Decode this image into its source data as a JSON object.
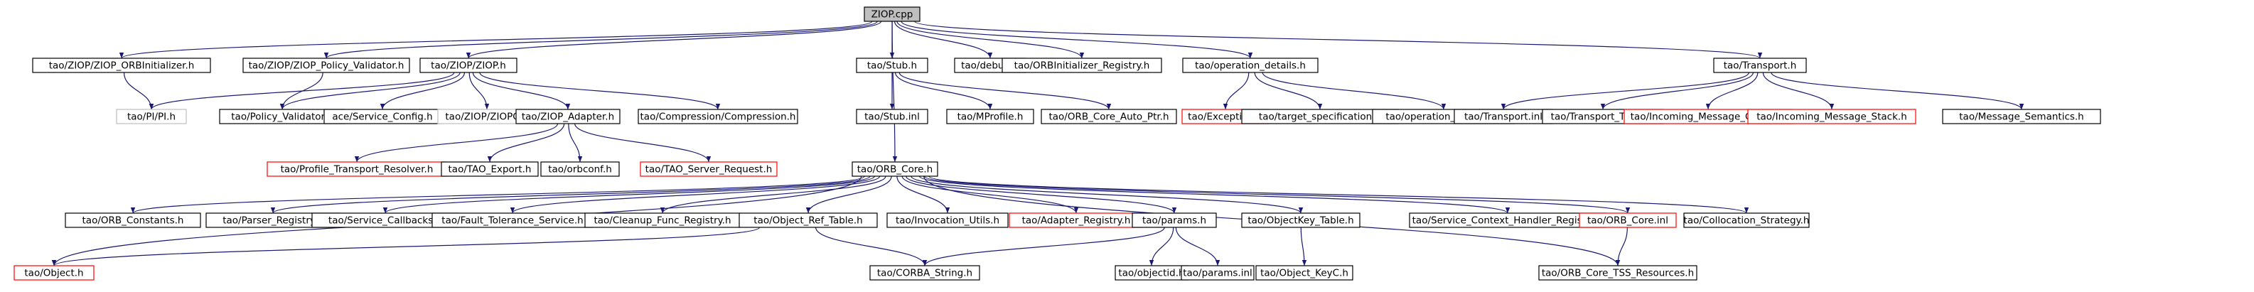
{
  "diagram": {
    "type": "include-dependency-graph",
    "colors": {
      "root_fill": "#bfbfbf",
      "node_fill": "#ffffff",
      "normal_border": "#000000",
      "undocumented_border": "#bfbfbf",
      "truncated_border": "#ff0000",
      "edge": "#191970",
      "text_normal": "#000000"
    },
    "nodes": [
      {
        "id": "root",
        "label": "ZIOP.cpp",
        "kind": "root"
      },
      {
        "id": "orbinit",
        "label": "tao/ZIOP/ZIOP_ORBInitializer.h",
        "kind": "normal"
      },
      {
        "id": "polval_ziop",
        "label": "tao/ZIOP/ZIOP_Policy_Validator.h",
        "kind": "normal"
      },
      {
        "id": "ziop_h",
        "label": "tao/ZIOP/ZIOP.h",
        "kind": "normal"
      },
      {
        "id": "stub",
        "label": "tao/Stub.h",
        "kind": "normal"
      },
      {
        "id": "debug",
        "label": "tao/debug.h",
        "kind": "normal"
      },
      {
        "id": "orbinit_reg",
        "label": "tao/ORBInitializer_Registry.h",
        "kind": "normal"
      },
      {
        "id": "opdetails",
        "label": "tao/operation_details.h",
        "kind": "normal"
      },
      {
        "id": "transport",
        "label": "tao/Transport.h",
        "kind": "normal"
      },
      {
        "id": "pi",
        "label": "tao/PI/PI.h",
        "kind": "undocumented"
      },
      {
        "id": "polval",
        "label": "tao/Policy_Validator.h",
        "kind": "normal"
      },
      {
        "id": "svcconfig",
        "label": "ace/Service_Config.h",
        "kind": "normal"
      },
      {
        "id": "ziopc",
        "label": "tao/ZIOP/ZIOPC.h",
        "kind": "undocumented"
      },
      {
        "id": "ziop_adapter",
        "label": "tao/ZIOP_Adapter.h",
        "kind": "normal"
      },
      {
        "id": "compression",
        "label": "tao/Compression/Compression.h",
        "kind": "normal"
      },
      {
        "id": "stub_inl",
        "label": "tao/Stub.inl",
        "kind": "normal"
      },
      {
        "id": "mprofile",
        "label": "tao/MProfile.h",
        "kind": "normal"
      },
      {
        "id": "orb_auto",
        "label": "tao/ORB_Core_Auto_Ptr.h",
        "kind": "normal"
      },
      {
        "id": "exception",
        "label": "tao/Exception.h",
        "kind": "truncated"
      },
      {
        "id": "target_spec",
        "label": "tao/target_specification.h",
        "kind": "normal"
      },
      {
        "id": "opdet_inl",
        "label": "tao/operation_details.inl",
        "kind": "normal"
      },
      {
        "id": "transport_inl",
        "label": "tao/Transport.inl",
        "kind": "normal"
      },
      {
        "id": "transport_timer",
        "label": "tao/Transport_Timer.h",
        "kind": "normal"
      },
      {
        "id": "incoming_queue",
        "label": "tao/Incoming_Message_Queue.h",
        "kind": "truncated"
      },
      {
        "id": "incoming_stack",
        "label": "tao/Incoming_Message_Stack.h",
        "kind": "truncated"
      },
      {
        "id": "msg_sem",
        "label": "tao/Message_Semantics.h",
        "kind": "normal"
      },
      {
        "id": "profile_resolver",
        "label": "tao/Profile_Transport_Resolver.h",
        "kind": "truncated"
      },
      {
        "id": "tao_export",
        "label": "tao/TAO_Export.h",
        "kind": "normal"
      },
      {
        "id": "orbconf",
        "label": "tao/orbconf.h",
        "kind": "normal"
      },
      {
        "id": "server_request",
        "label": "tao/TAO_Server_Request.h",
        "kind": "truncated"
      },
      {
        "id": "orb_core",
        "label": "tao/ORB_Core.h",
        "kind": "normal"
      },
      {
        "id": "orb_constants",
        "label": "tao/ORB_Constants.h",
        "kind": "normal"
      },
      {
        "id": "parser_reg",
        "label": "tao/Parser_Registry.h",
        "kind": "normal"
      },
      {
        "id": "svc_callbacks",
        "label": "tao/Service_Callbacks.h",
        "kind": "normal"
      },
      {
        "id": "fault_tol",
        "label": "tao/Fault_Tolerance_Service.h",
        "kind": "normal"
      },
      {
        "id": "cleanup_reg",
        "label": "tao/Cleanup_Func_Registry.h",
        "kind": "normal"
      },
      {
        "id": "obj_ref_table",
        "label": "tao/Object_Ref_Table.h",
        "kind": "normal"
      },
      {
        "id": "invocation_utils",
        "label": "tao/Invocation_Utils.h",
        "kind": "normal"
      },
      {
        "id": "adapter_reg",
        "label": "tao/Adapter_Registry.h",
        "kind": "truncated"
      },
      {
        "id": "params",
        "label": "tao/params.h",
        "kind": "normal"
      },
      {
        "id": "objkey_table",
        "label": "tao/ObjectKey_Table.h",
        "kind": "normal"
      },
      {
        "id": "svc_ctx_handler",
        "label": "tao/Service_Context_Handler_Registry.h",
        "kind": "normal"
      },
      {
        "id": "orb_core_inl",
        "label": "tao/ORB_Core.inl",
        "kind": "truncated"
      },
      {
        "id": "collocation",
        "label": "tao/Collocation_Strategy.h",
        "kind": "normal"
      },
      {
        "id": "object",
        "label": "tao/Object.h",
        "kind": "truncated"
      },
      {
        "id": "corba_string",
        "label": "tao/CORBA_String.h",
        "kind": "normal"
      },
      {
        "id": "objectid",
        "label": "tao/objectid.h",
        "kind": "normal"
      },
      {
        "id": "params_inl",
        "label": "tao/params.inl",
        "kind": "normal"
      },
      {
        "id": "obj_keyc",
        "label": "tao/Object_KeyC.h",
        "kind": "normal"
      },
      {
        "id": "tss_res",
        "label": "tao/ORB_Core_TSS_Resources.h",
        "kind": "normal"
      }
    ],
    "edges": [
      [
        "root",
        "orbinit"
      ],
      [
        "root",
        "polval_ziop"
      ],
      [
        "root",
        "ziop_h"
      ],
      [
        "root",
        "stub"
      ],
      [
        "root",
        "debug"
      ],
      [
        "root",
        "orbinit_reg"
      ],
      [
        "root",
        "opdetails"
      ],
      [
        "root",
        "transport"
      ],
      [
        "root",
        "orb_core"
      ],
      [
        "orbinit",
        "pi"
      ],
      [
        "polval_ziop",
        "polval"
      ],
      [
        "ziop_h",
        "pi"
      ],
      [
        "ziop_h",
        "polval"
      ],
      [
        "ziop_h",
        "svcconfig"
      ],
      [
        "ziop_h",
        "ziopc"
      ],
      [
        "ziop_h",
        "ziop_adapter"
      ],
      [
        "ziop_h",
        "compression"
      ],
      [
        "ziop_adapter",
        "profile_resolver"
      ],
      [
        "ziop_adapter",
        "tao_export"
      ],
      [
        "ziop_adapter",
        "orbconf"
      ],
      [
        "ziop_adapter",
        "server_request"
      ],
      [
        "stub",
        "stub_inl"
      ],
      [
        "stub",
        "mprofile"
      ],
      [
        "stub",
        "orb_auto"
      ],
      [
        "opdetails",
        "exception"
      ],
      [
        "opdetails",
        "target_spec"
      ],
      [
        "opdetails",
        "opdet_inl"
      ],
      [
        "transport",
        "transport_inl"
      ],
      [
        "transport",
        "transport_timer"
      ],
      [
        "transport",
        "incoming_queue"
      ],
      [
        "transport",
        "incoming_stack"
      ],
      [
        "transport",
        "msg_sem"
      ],
      [
        "orb_core",
        "orb_constants"
      ],
      [
        "orb_core",
        "parser_reg"
      ],
      [
        "orb_core",
        "svc_callbacks"
      ],
      [
        "orb_core",
        "fault_tol"
      ],
      [
        "orb_core",
        "cleanup_reg"
      ],
      [
        "orb_core",
        "obj_ref_table"
      ],
      [
        "orb_core",
        "invocation_utils"
      ],
      [
        "orb_core",
        "adapter_reg"
      ],
      [
        "orb_core",
        "params"
      ],
      [
        "orb_core",
        "objkey_table"
      ],
      [
        "orb_core",
        "svc_ctx_handler"
      ],
      [
        "orb_core",
        "orb_core_inl"
      ],
      [
        "orb_core",
        "collocation"
      ],
      [
        "orb_core",
        "object"
      ],
      [
        "orb_core",
        "tss_res"
      ],
      [
        "obj_ref_table",
        "object"
      ],
      [
        "obj_ref_table",
        "corba_string"
      ],
      [
        "params",
        "corba_string"
      ],
      [
        "params",
        "objectid"
      ],
      [
        "params",
        "params_inl"
      ],
      [
        "objkey_table",
        "obj_keyc"
      ],
      [
        "orb_core_inl",
        "tss_res"
      ]
    ]
  }
}
